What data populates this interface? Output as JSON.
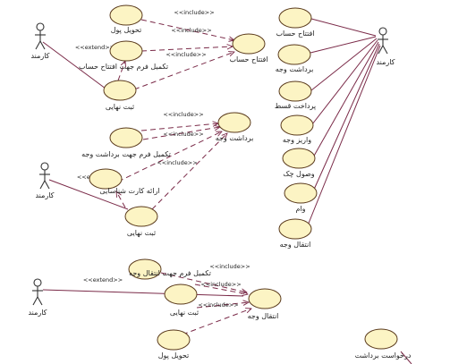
{
  "diagram": {
    "actor_label": "کارمند",
    "use_cases": {
      "deliver_money": "تحویل پول",
      "open_account": "افتتاح حساب",
      "fill_open_form": "تکمیل فرم جهت افتتاح حساب",
      "final_register_1": "ثبت نهایی",
      "withdraw": "برداشت وجه",
      "fill_withdraw_form": "تکمیل فرم جهت برداشت وجه",
      "show_id_card": "ارائه کارت شناسایی",
      "final_register_2": "ثبت نهایی",
      "fill_transfer_form": "تکمیل فرم جهت انتقال وجه",
      "final_register_3": "ثبت نهایی",
      "transfer": "انتقال وجه",
      "deliver_money_2": "تحویل پول",
      "withdraw_request": "درخواست برداشت",
      "r_open_account": "افتتاح حساب",
      "r_withdraw": "برداشت وجه",
      "r_installment": "پرداخت قسط",
      "r_deposit": "واریز وجه",
      "r_cheque": "وصول چک",
      "r_loan": "وام",
      "r_transfer": "انتقال وجه"
    },
    "stereotypes": {
      "include": "<<include>>",
      "extend": "<<extend>>"
    }
  }
}
